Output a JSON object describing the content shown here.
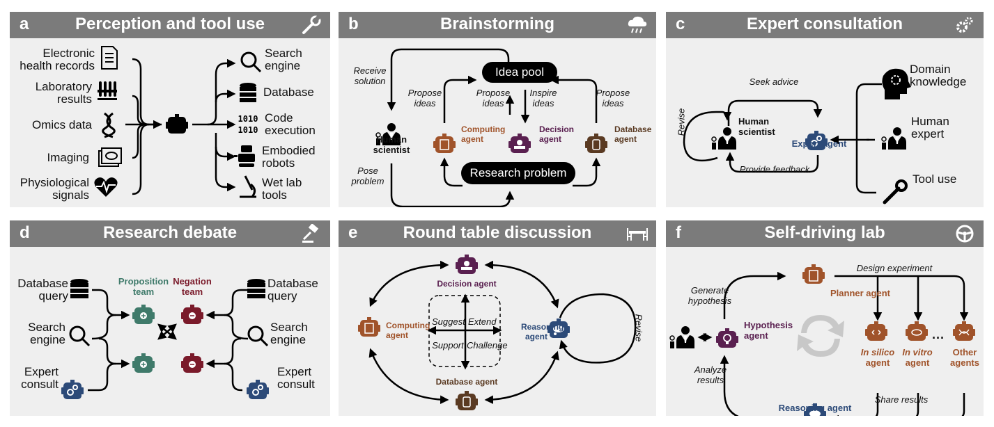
{
  "colors": {
    "header_bg": "#7b7b7b",
    "panel_bg": "#efefef",
    "computing": "#a0532a",
    "decision": "#5a2050",
    "database": "#5a3a22",
    "expert": "#2c4a78",
    "proposition": "#3f7a6a",
    "negation": "#7a1a2a"
  },
  "panel_a": {
    "letter": "a",
    "title": "Perception and tool use",
    "header_icon": "wrench-icon",
    "inputs": [
      {
        "line1": "Electronic",
        "line2": "health records",
        "icon": "document-icon"
      },
      {
        "line1": "Laboratory",
        "line2": "results",
        "icon": "test-tubes-icon"
      },
      {
        "line1": "Omics data",
        "line2": "",
        "icon": "dna-icon"
      },
      {
        "line1": "Imaging",
        "line2": "",
        "icon": "imaging-icon"
      },
      {
        "line1": "Physiological",
        "line2": "signals",
        "icon": "heartbeat-icon"
      }
    ],
    "outputs": [
      {
        "line1": "Search",
        "line2": "engine",
        "icon": "magnifier-icon"
      },
      {
        "line1": "Database",
        "line2": "",
        "icon": "database-icon"
      },
      {
        "line1": "Code",
        "line2": "execution",
        "icon": "binary-code-icon"
      },
      {
        "line1": "Embodied",
        "line2": "robots",
        "icon": "robot-icon"
      },
      {
        "line1": "Wet lab",
        "line2": "tools",
        "icon": "microscope-icon"
      }
    ]
  },
  "panel_b": {
    "letter": "b",
    "title": "Brainstorming",
    "header_icon": "rain-cloud-icon",
    "idea_pool": "Idea pool",
    "research_problem": "Research problem",
    "receive_solution_1": "Receive",
    "receive_solution_2": "solution",
    "pose_problem_1": "Pose",
    "pose_problem_2": "problem",
    "human_1": "Human",
    "human_2": "scientist",
    "propose_1": "Propose",
    "propose_2": "ideas",
    "inspire_1": "Inspire",
    "inspire_2": "ideas",
    "computing_1": "Computing",
    "computing_2": "agent",
    "decision_1": "Decision",
    "decision_2": "agent",
    "database_1": "Database",
    "database_2": "agent"
  },
  "panel_c": {
    "letter": "c",
    "title": "Expert consultation",
    "header_icon": "gears-icon",
    "seek_advice": "Seek advice",
    "provide_feedback": "Provide feedback",
    "revise": "Revise",
    "human_1": "Human",
    "human_2": "scientist",
    "expert_agent": "Expert agent",
    "domain_1": "Domain",
    "domain_2": "knowledge",
    "hexpert_1": "Human",
    "hexpert_2": "expert",
    "tool_use": "Tool use"
  },
  "panel_d": {
    "letter": "d",
    "title": "Research debate",
    "header_icon": "gavel-icon",
    "left": [
      {
        "line1": "Database",
        "line2": "query"
      },
      {
        "line1": "Search",
        "line2": "engine"
      },
      {
        "line1": "Expert",
        "line2": "consult"
      }
    ],
    "right": [
      {
        "line1": "Database",
        "line2": "query"
      },
      {
        "line1": "Search",
        "line2": "engine"
      },
      {
        "line1": "Expert",
        "line2": "consult"
      }
    ],
    "proposition_1": "Proposition",
    "proposition_2": "team",
    "negation_1": "Negation",
    "negation_2": "team"
  },
  "panel_e": {
    "letter": "e",
    "title": "Round table discussion",
    "header_icon": "round-table-icon",
    "decision_agent": "Decision agent",
    "database_agent": "Database agent",
    "computing_1": "Computing",
    "computing_2": "agent",
    "reasoning_1": "Reasoning",
    "reasoning_2": "agent",
    "suggest": "Suggest",
    "extend": "Extend",
    "support": "Support",
    "challenge": "Challenge",
    "revise": "Revise"
  },
  "panel_f": {
    "letter": "f",
    "title": "Self-driving lab",
    "header_icon": "steering-wheel-icon",
    "planner_agent": "Planner agent",
    "design_experiment": "Design experiment",
    "generate_1": "Generate",
    "generate_2": "hypothesis",
    "hypothesis_1": "Hypothesis",
    "hypothesis_2": "agent",
    "analyze_1": "Analyze",
    "analyze_2": "results",
    "reasoning_agent": "Reasoning agent",
    "share_results": "Share results",
    "insilico_1": "In silico",
    "insilico_2": "agent",
    "invitro_1": "In vitro",
    "invitro_2": "agent",
    "ellipsis": "···",
    "other_1": "Other",
    "other_2": "agents"
  }
}
